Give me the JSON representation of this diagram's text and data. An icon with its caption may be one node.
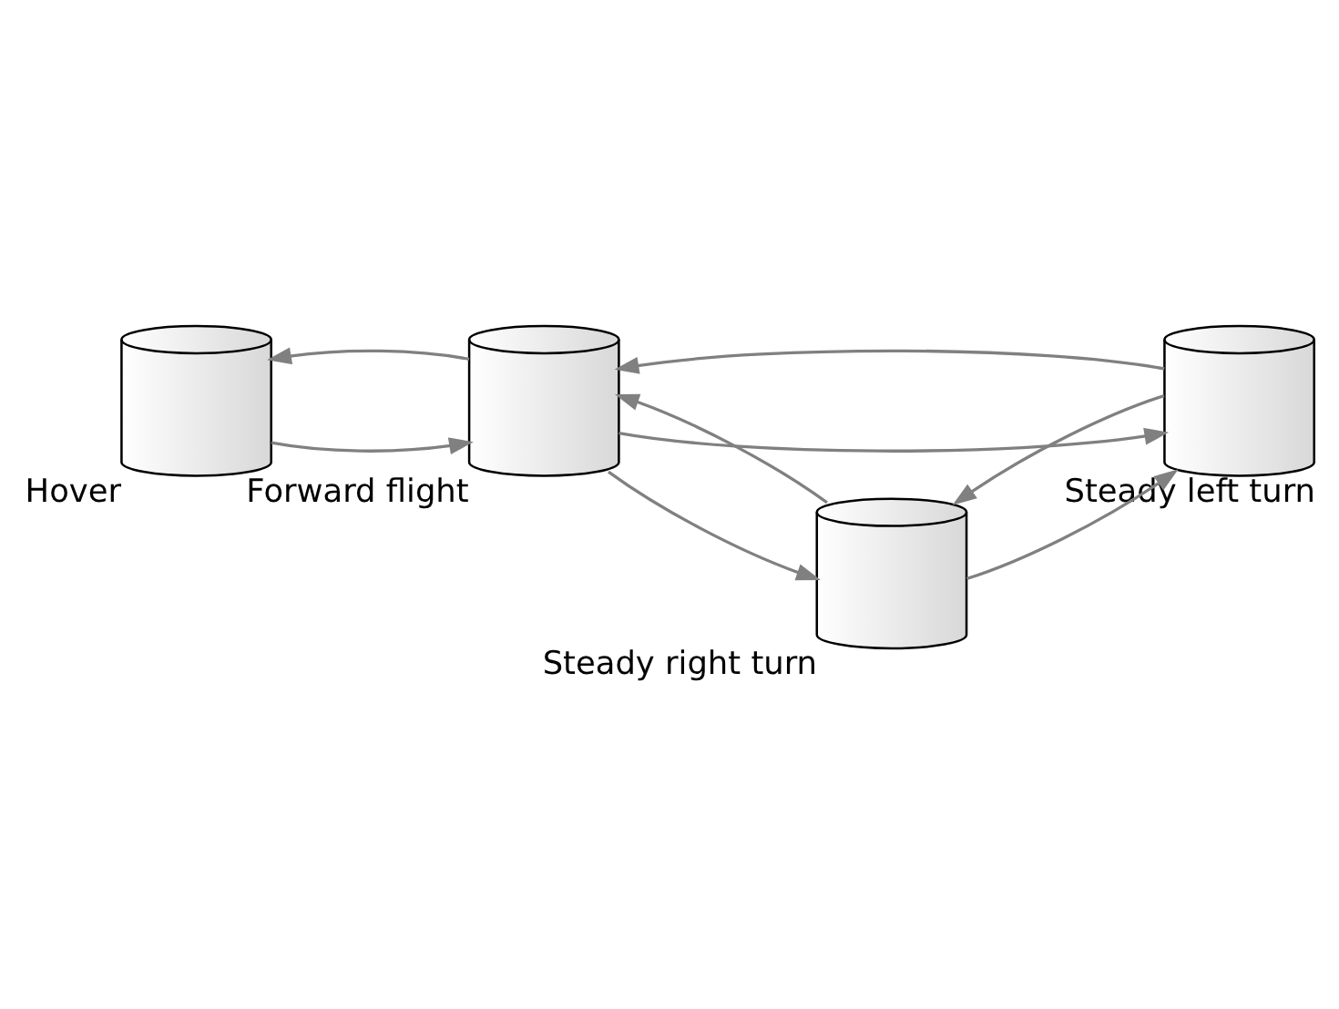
{
  "diagram": {
    "nodes": [
      {
        "text": [
          "Hover"
        ]
      },
      {
        "text": [
          "Forward flight"
        ]
      },
      {
        "text": [
          "Steady left turn"
        ]
      },
      {
        "text": [
          "Steady right turn"
        ]
      }
    ],
    "edges": [
      {
        "from": 0,
        "to": 1,
        "arrow": "to"
      },
      {
        "from": 1,
        "to": 0,
        "arrow": "to"
      },
      {
        "from": 1,
        "to": 2,
        "arrow": "to"
      },
      {
        "from": 2,
        "to": 1,
        "arrow": "to"
      },
      {
        "from": 1,
        "to": 3,
        "arrow": "to"
      },
      {
        "from": 3,
        "to": 1,
        "arrow": "to"
      },
      {
        "from": 2,
        "to": 3,
        "arrow": "to"
      },
      {
        "from": 3,
        "to": 2,
        "arrow": "to"
      }
    ]
  }
}
